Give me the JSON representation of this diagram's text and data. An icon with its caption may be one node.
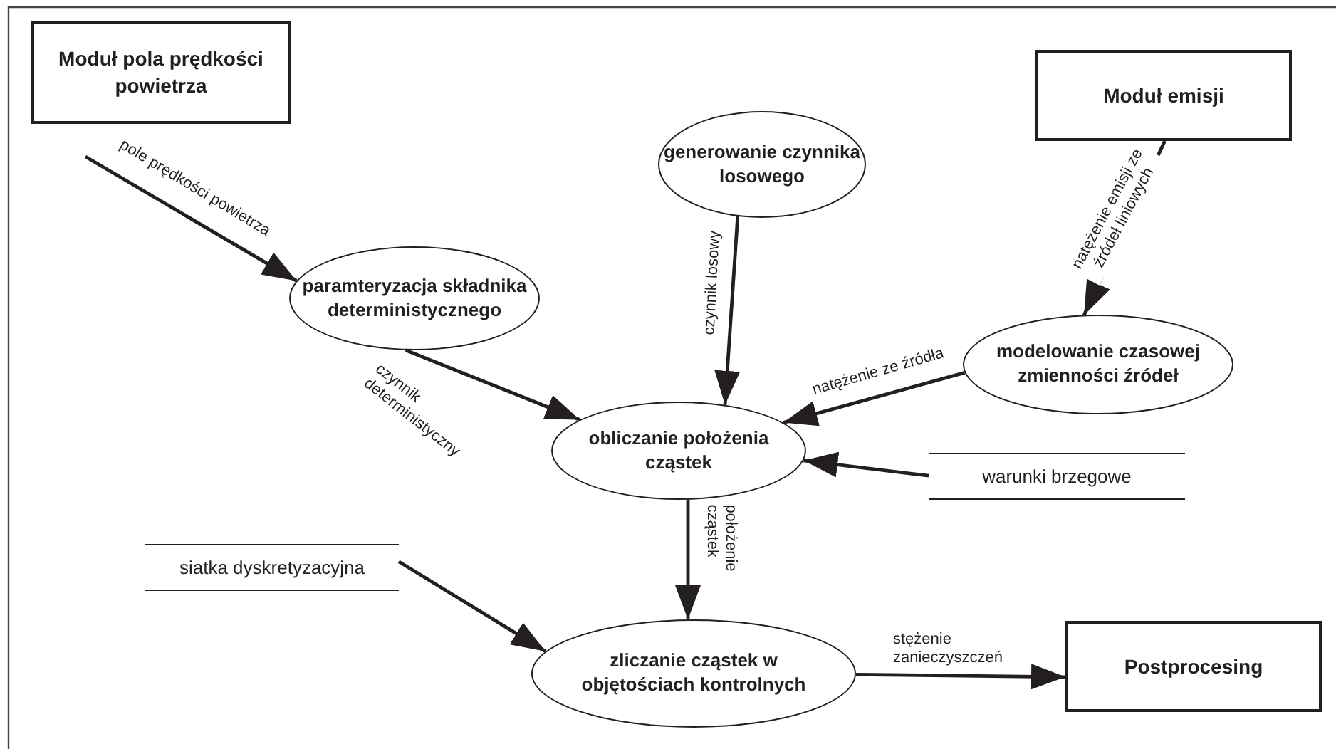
{
  "diagram": {
    "nodes": [
      {
        "text": [
          "Moduł pola prędkości powietrza"
        ]
      },
      {
        "text": [
          "generowanie czynnika losowego"
        ]
      },
      {
        "text": [
          "Moduł emisji"
        ]
      },
      {
        "text": [
          "paramteryzacja składnika deterministycznego"
        ]
      },
      {
        "text": [
          "modelowanie czasowej zmienności źródeł"
        ]
      },
      {
        "text": [
          "obliczanie położenia cząstek"
        ]
      },
      {
        "text": [
          "warunki brzegowe"
        ]
      },
      {
        "text": [
          "siatka dyskretyzacyjna"
        ]
      },
      {
        "text": [
          "zliczanie cząstek w objętościach kontrolnych"
        ]
      },
      {
        "text": [
          "Postprocesing"
        ]
      }
    ],
    "edges": [
      {
        "from": 0,
        "to": 3,
        "arrow": "to",
        "label": "pole prędkości powietrza"
      },
      {
        "from": 1,
        "to": 5,
        "arrow": "to",
        "label": "czynnik losowy"
      },
      {
        "from": 2,
        "to": 4,
        "arrow": "to",
        "label": "natężenie emisji ze źródeł liniowych"
      },
      {
        "from": 3,
        "to": 5,
        "arrow": "to",
        "label": "czynnik deterministyczny"
      },
      {
        "from": 4,
        "to": 5,
        "arrow": "to",
        "label": "natężenie ze źródła"
      },
      {
        "from": 6,
        "to": 5,
        "arrow": "to"
      },
      {
        "from": 5,
        "to": 8,
        "arrow": "to",
        "label": "położenie cząstek"
      },
      {
        "from": 7,
        "to": 8,
        "arrow": "to"
      },
      {
        "from": 8,
        "to": 9,
        "arrow": "to",
        "label": "stężenie zanieczyszczeń"
      }
    ]
  }
}
